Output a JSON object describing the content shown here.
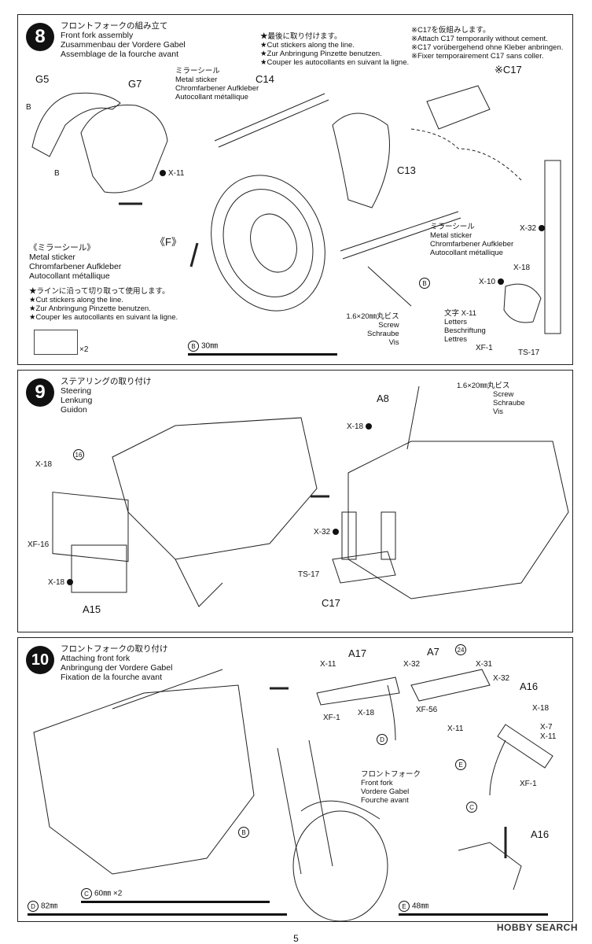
{
  "step8": {
    "number": "8",
    "title_jp": "フロントフォークの組み立て",
    "title_en": "Front fork assembly",
    "title_de": "Zusammenbau der Vordere Gabel",
    "title_fr": "Assemblage de la fourche avant",
    "part_g5": "G5",
    "part_g7": "G7",
    "part_c14": "C14",
    "part_c13": "C13",
    "part_c17": "※C17",
    "part_f": "《F》",
    "b1": "B",
    "b2": "B",
    "x11": "X-11",
    "x32": "X-32",
    "x18": "X-18",
    "x10": "X-10",
    "x11b": "X-11",
    "xf1": "XF-1",
    "ts17": "TS-17",
    "b_circle": "B",
    "sticker_top": [
      "ミラーシール",
      "Metal sticker",
      "Chromfarbener Aufkleber",
      "Autocollant métallique"
    ],
    "sticker_mid": [
      "ミラーシール",
      "Metal sticker",
      "Chromfarbener Aufkleber",
      "Autocollant métallique"
    ],
    "last_note": [
      "★最後に取り付けます。",
      "★Cut stickers along the line.",
      "★Zur Anbringung Pinzette benutzen.",
      "★Couper les autocollants en suivant la ligne."
    ],
    "c17_note": [
      "※C17を仮組みします。",
      "※Attach C17 temporarily without cement.",
      "※C17 vorübergehend ohne Kleber anbringen.",
      "※Fixer temporairement C17 sans coller."
    ],
    "left_sticker": [
      "《ミラーシール》",
      "Metal sticker",
      "Chromfarbener Aufkleber",
      "Autocollant métallique"
    ],
    "left_notes": [
      "★ラインに沿って切り取って使用します。",
      "★Cut stickers along the line.",
      "★Zur Anbringung Pinzette benutzen.",
      "★Couper les autocollants en suivant la ligne."
    ],
    "times2": "×2",
    "screw": [
      "1.6×20㎜丸ビス",
      "Screw",
      "Schraube",
      "Vis"
    ],
    "letters": [
      "文字",
      "Letters",
      "Beschriftung",
      "Lettres"
    ],
    "ruler_label": "30㎜",
    "ruler_code": "B"
  },
  "step9": {
    "number": "9",
    "title_jp": "ステアリングの取り付け",
    "title_en": "Steering",
    "title_de": "Lenkung",
    "title_fr": "Guidon",
    "screw": [
      "1.6×20㎜丸ビス",
      "Screw",
      "Schraube",
      "Vis"
    ],
    "a8": "A8",
    "a15": "A15",
    "c17": "C17",
    "x18a": "X-18",
    "x18b": "X-18",
    "x18c": "X-18",
    "xf16": "XF-16",
    "x32": "X-32",
    "ts17": "TS-17",
    "ref16": "16"
  },
  "step10": {
    "number": "10",
    "title_jp": "フロントフォークの取り付け",
    "title_en": "Attaching front fork",
    "title_de": "Anbringung der Vordere Gabel",
    "title_fr": "Fixation de la fourche avant",
    "a17": "A17",
    "a7": "A7",
    "a16a": "A16",
    "a16b": "A16",
    "ref24": "24",
    "x11a": "X-11",
    "x18a": "X-18",
    "xf1a": "XF-1",
    "x32a": "X-32",
    "x31": "X-31",
    "x32b": "X-32",
    "xf56": "XF-56",
    "x11b": "X-11",
    "x18b": "X-18",
    "x7": "X-7",
    "x11c": "X-11",
    "xf1b": "XF-1",
    "d": "D",
    "e": "E",
    "c": "C",
    "b": "B",
    "fork": [
      "フロントフォーク",
      "Front fork",
      "Vordere Gabel",
      "Fourche avant"
    ],
    "ruler_d": "82㎜",
    "ruler_c": "60㎜ ×2",
    "ruler_e": "48㎜"
  },
  "page_number": "5",
  "watermark": "HOBBY SEARCH"
}
